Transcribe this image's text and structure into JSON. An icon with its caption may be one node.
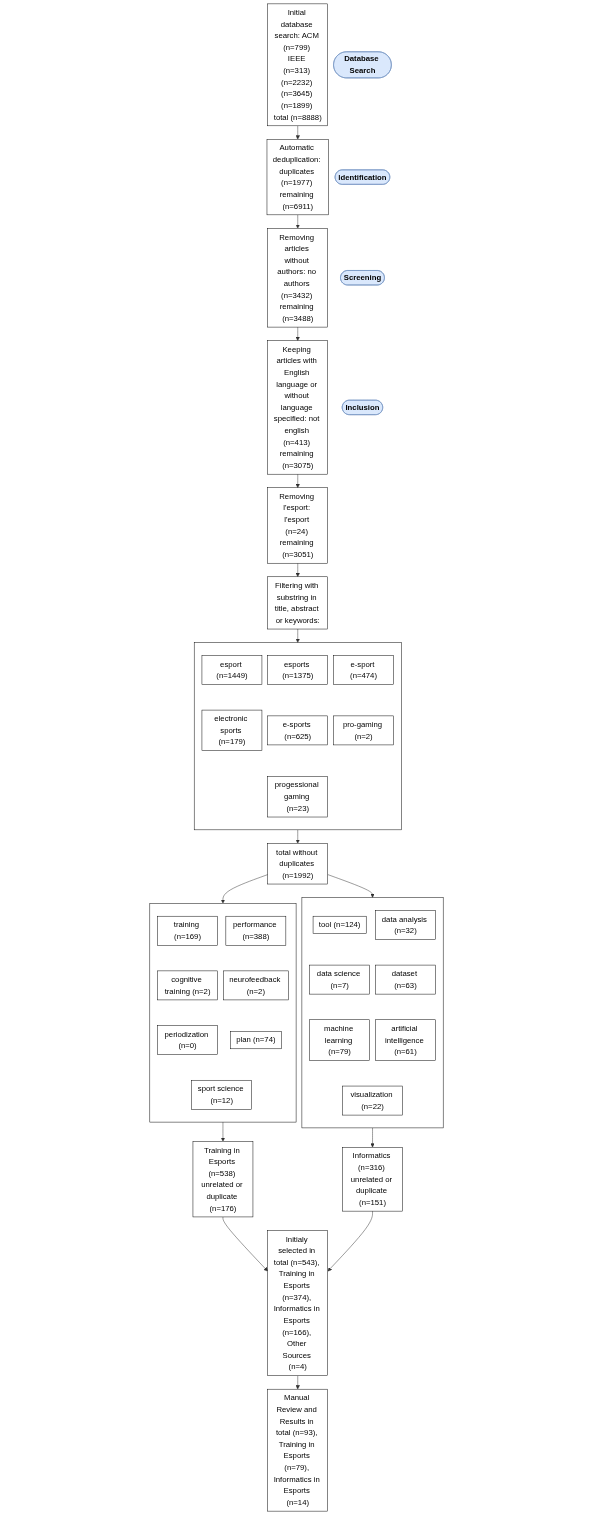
{
  "diagram": {
    "nodes": [
      {
        "text": [
          "Database Search"
        ]
      },
      {
        "text": [
          "Identification"
        ]
      },
      {
        "text": [
          "Initial database search: ACM (n=799) IEEE (n=313) (n=2232) (n=3645) (n=1899) total (n=8888)"
        ]
      },
      {
        "text": [
          "Automatic deduplication: duplicates (n=1977) remaining (n=6911)"
        ]
      },
      {
        "text": [
          "Removing articles without authors: no authors (n=3432) remaining (n=3488)"
        ]
      },
      {
        "text": [
          "Keeping articles with English language or without language specified: not english (n=413) remaining (n=3075)"
        ]
      },
      {
        "text": [
          "Removing l'esport: l'esport (n=24) remaining (n=3051)"
        ]
      },
      {
        "text": [
          "Screening"
        ]
      },
      {
        "text": [
          "Filtering with substring in title, abstract or keywords:"
        ]
      },
      {
        "text": [],
        "shape": "box"
      },
      {
        "text": [
          "esport (n=1449)"
        ],
        "in": 9
      },
      {
        "text": [
          "esports (n=1375)"
        ],
        "in": 9
      },
      {
        "text": [
          "e-sport (n=474)"
        ],
        "in": 9
      },
      {
        "text": [
          "electronic sports (n=179)"
        ],
        "in": 9
      },
      {
        "text": [
          "e-sports (n=625)"
        ],
        "in": 9
      },
      {
        "text": [
          "pro-gaming (n=2)"
        ],
        "in": 9
      },
      {
        "text": [
          "progessional gaming (n=23)"
        ],
        "in": 9
      },
      {
        "text": [
          "total without duplicates (n=1992)"
        ]
      },
      {
        "text": [],
        "shape": "box"
      },
      {
        "text": [
          "training (n=169)"
        ],
        "in": 18
      },
      {
        "text": [
          "performance (n=388)"
        ],
        "in": 18
      },
      {
        "text": [
          "cognitive training (n=2)"
        ],
        "in": 18
      },
      {
        "text": [
          "neurofeedback (n=2)"
        ],
        "in": 18
      },
      {
        "text": [
          "periodization (n=0)"
        ],
        "in": 18
      },
      {
        "text": [
          "plan (n=74)"
        ],
        "in": 18
      },
      {
        "text": [
          "sport science (n=12)"
        ],
        "in": 18
      },
      {
        "text": [],
        "shape": "box"
      },
      {
        "text": [
          "tool (n=124)"
        ],
        "in": 26
      },
      {
        "text": [
          "data analysis (n=32)"
        ],
        "in": 26
      },
      {
        "text": [
          "data science (n=7)"
        ],
        "in": 26
      },
      {
        "text": [
          "dataset (n=63)"
        ],
        "in": 26
      },
      {
        "text": [
          "machine learning (n=79)"
        ],
        "in": 26
      },
      {
        "text": [
          "artificial intelligence (n=61)"
        ],
        "in": 26
      },
      {
        "text": [
          "visualization (n=22)"
        ],
        "in": 26
      },
      {
        "text": [
          "Inclusion"
        ]
      },
      {
        "text": [
          "Training in Esports (n=538) unrelated or duplicate (n=176)"
        ]
      },
      {
        "text": [
          "Informatics (n=316) unrelated or duplicate (n=151)"
        ]
      },
      {
        "text": [
          "Initialy selected in total (n=543), Training in Esports (n=374), Informatics in Esports (n=166), Other Sources (n=4)"
        ]
      },
      {
        "text": [
          "Manual Review and Results in total (n=93), Training in Esports (n=79), Informatics in Esports (n=14)"
        ]
      }
    ],
    "edges": [
      {
        "from": 2,
        "to": 3,
        "arrow": "to"
      },
      {
        "from": 3,
        "to": 4,
        "arrow": "to"
      },
      {
        "from": 4,
        "to": 5,
        "arrow": "to"
      },
      {
        "from": 5,
        "to": 6,
        "arrow": "to"
      },
      {
        "from": 6,
        "to": 8,
        "arrow": "to"
      },
      {
        "from": 8,
        "to": 9,
        "arrow": "to"
      },
      {
        "from": 9,
        "to": 17,
        "arrow": "to"
      },
      {
        "from": 17,
        "to": 18,
        "arrow": "to"
      },
      {
        "from": 17,
        "to": 26,
        "arrow": "to"
      },
      {
        "from": 18,
        "to": 35,
        "arrow": "to"
      },
      {
        "from": 26,
        "to": 36,
        "arrow": "to"
      },
      {
        "from": 35,
        "to": 37,
        "arrow": "to"
      },
      {
        "from": 36,
        "to": 37,
        "arrow": "to"
      },
      {
        "from": 37,
        "to": 38,
        "arrow": "to"
      }
    ]
  }
}
